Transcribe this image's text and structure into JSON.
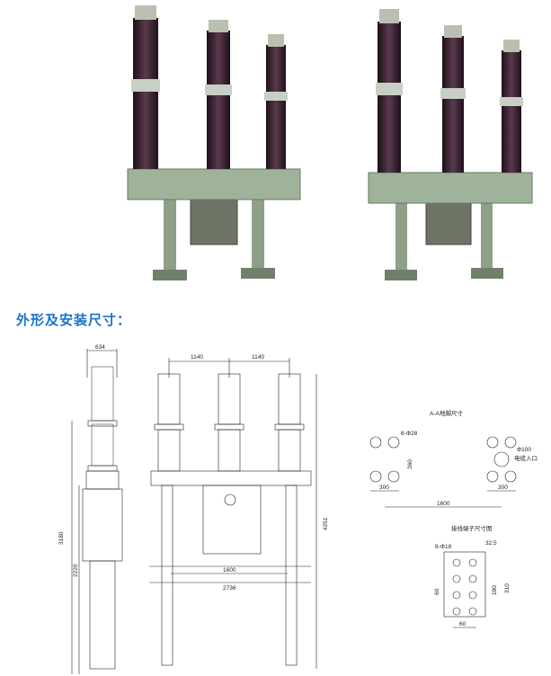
{
  "heading": "外形及安装尺寸：",
  "drawing": {
    "side_width": "634",
    "pitch_left": "1140",
    "pitch_right": "1140",
    "overall_height": "4251",
    "side_height": "3180",
    "side_height_lower": "2220",
    "frame_inner_width": "1600",
    "frame_width": "2736"
  },
  "foundation": {
    "title": "A-A地脚尺寸",
    "hole_label": "8-Φ28",
    "vertical_dim": "360",
    "left_dim": "300",
    "right_dim": "300",
    "span_dim": "1600",
    "cable_hole": "Φ100",
    "cable_label": "电缆入口"
  },
  "terminal": {
    "title": "接线端子尺寸图",
    "hole_label": "8-Φ18",
    "top_dim": "32.5",
    "pitch_dim": "180",
    "height_dim": "310",
    "left_dim": "60",
    "bottom_dim": "60"
  },
  "colors": {
    "insulator": "#3a2233",
    "frame": "#9fb39a",
    "heading": "#1a73c9",
    "line": "#222222"
  }
}
